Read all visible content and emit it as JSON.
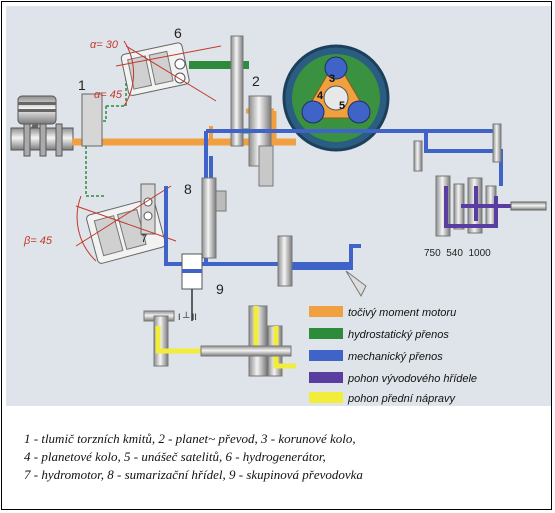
{
  "labels": {
    "n1": "1",
    "n2": "2",
    "n6": "6",
    "n7": "7",
    "n8": "8",
    "n9": "9",
    "n3": "3",
    "n4": "4",
    "n5": "5",
    "alpha30": "α= 30",
    "alpha45": "α= 45",
    "beta45": "β= 45",
    "rpm": "750  540  1000",
    "gear_switch": "I ┴ II"
  },
  "legend": [
    {
      "label": "točivý moment motoru",
      "color": "#f0a040"
    },
    {
      "label": "hydrostatický přenos",
      "color": "#2e8b3c"
    },
    {
      "label": "mechanický přenos",
      "color": "#3f63c6"
    },
    {
      "label": "pohon vývodového hřídele",
      "color": "#5a3da0"
    },
    {
      "label": "pohon přední nápravy",
      "color": "#f2ec3a"
    }
  ],
  "colors": {
    "engine": "#f0a040",
    "hydro": "#2e8b3c",
    "mech": "#3f63c6",
    "pto": "#5a3da0",
    "front": "#f2ec3a",
    "background": "#dfe4ea",
    "annot": "#c23a2a"
  },
  "caption": [
    "1 - tlumič torzních kmitů, 2 - planet~ převod, 3 - korunové kolo,",
    "4 - planetové kolo, 5 - unášeč satelitů, 6 - hydrogenerátor,",
    "7 - hydromotor, 8 - sumarizační hřídel, 9 - skupinová převodovka"
  ]
}
